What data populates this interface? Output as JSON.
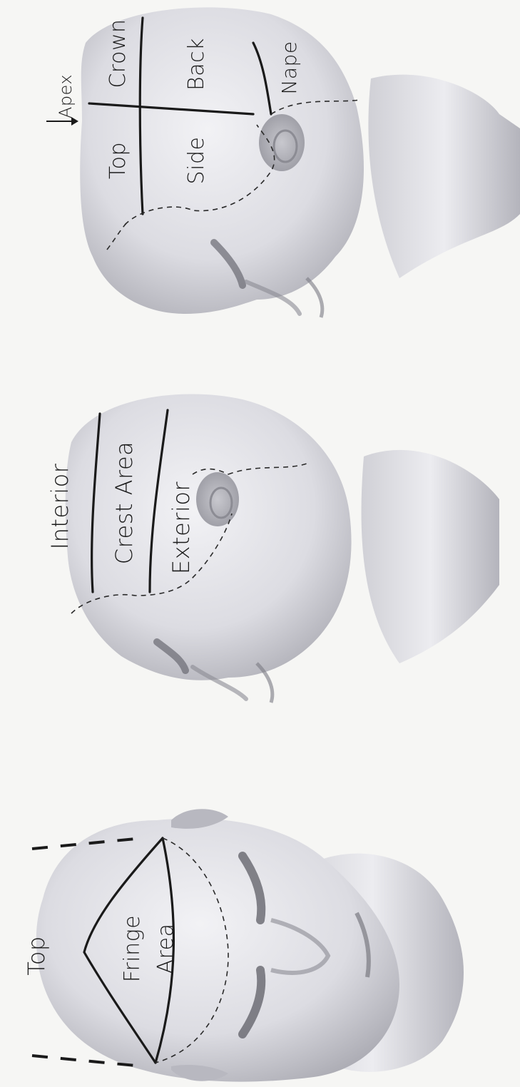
{
  "figures": {
    "profile_sections": {
      "apex": "Apex",
      "top": "Top",
      "crown": "Crown",
      "side": "Side",
      "back": "Back",
      "nape": "Nape"
    },
    "profile_areas": {
      "interior": "Interior",
      "crest_area": "Crest Area",
      "exterior": "Exterior"
    },
    "front_view": {
      "top": "Top",
      "fringe": "Fringe",
      "area": "Area"
    }
  },
  "colors": {
    "background": "#f6f6f4",
    "head_light": "#e4e4e8",
    "head_shadow": "#9a9aa2",
    "line": "#1a1a1a"
  }
}
